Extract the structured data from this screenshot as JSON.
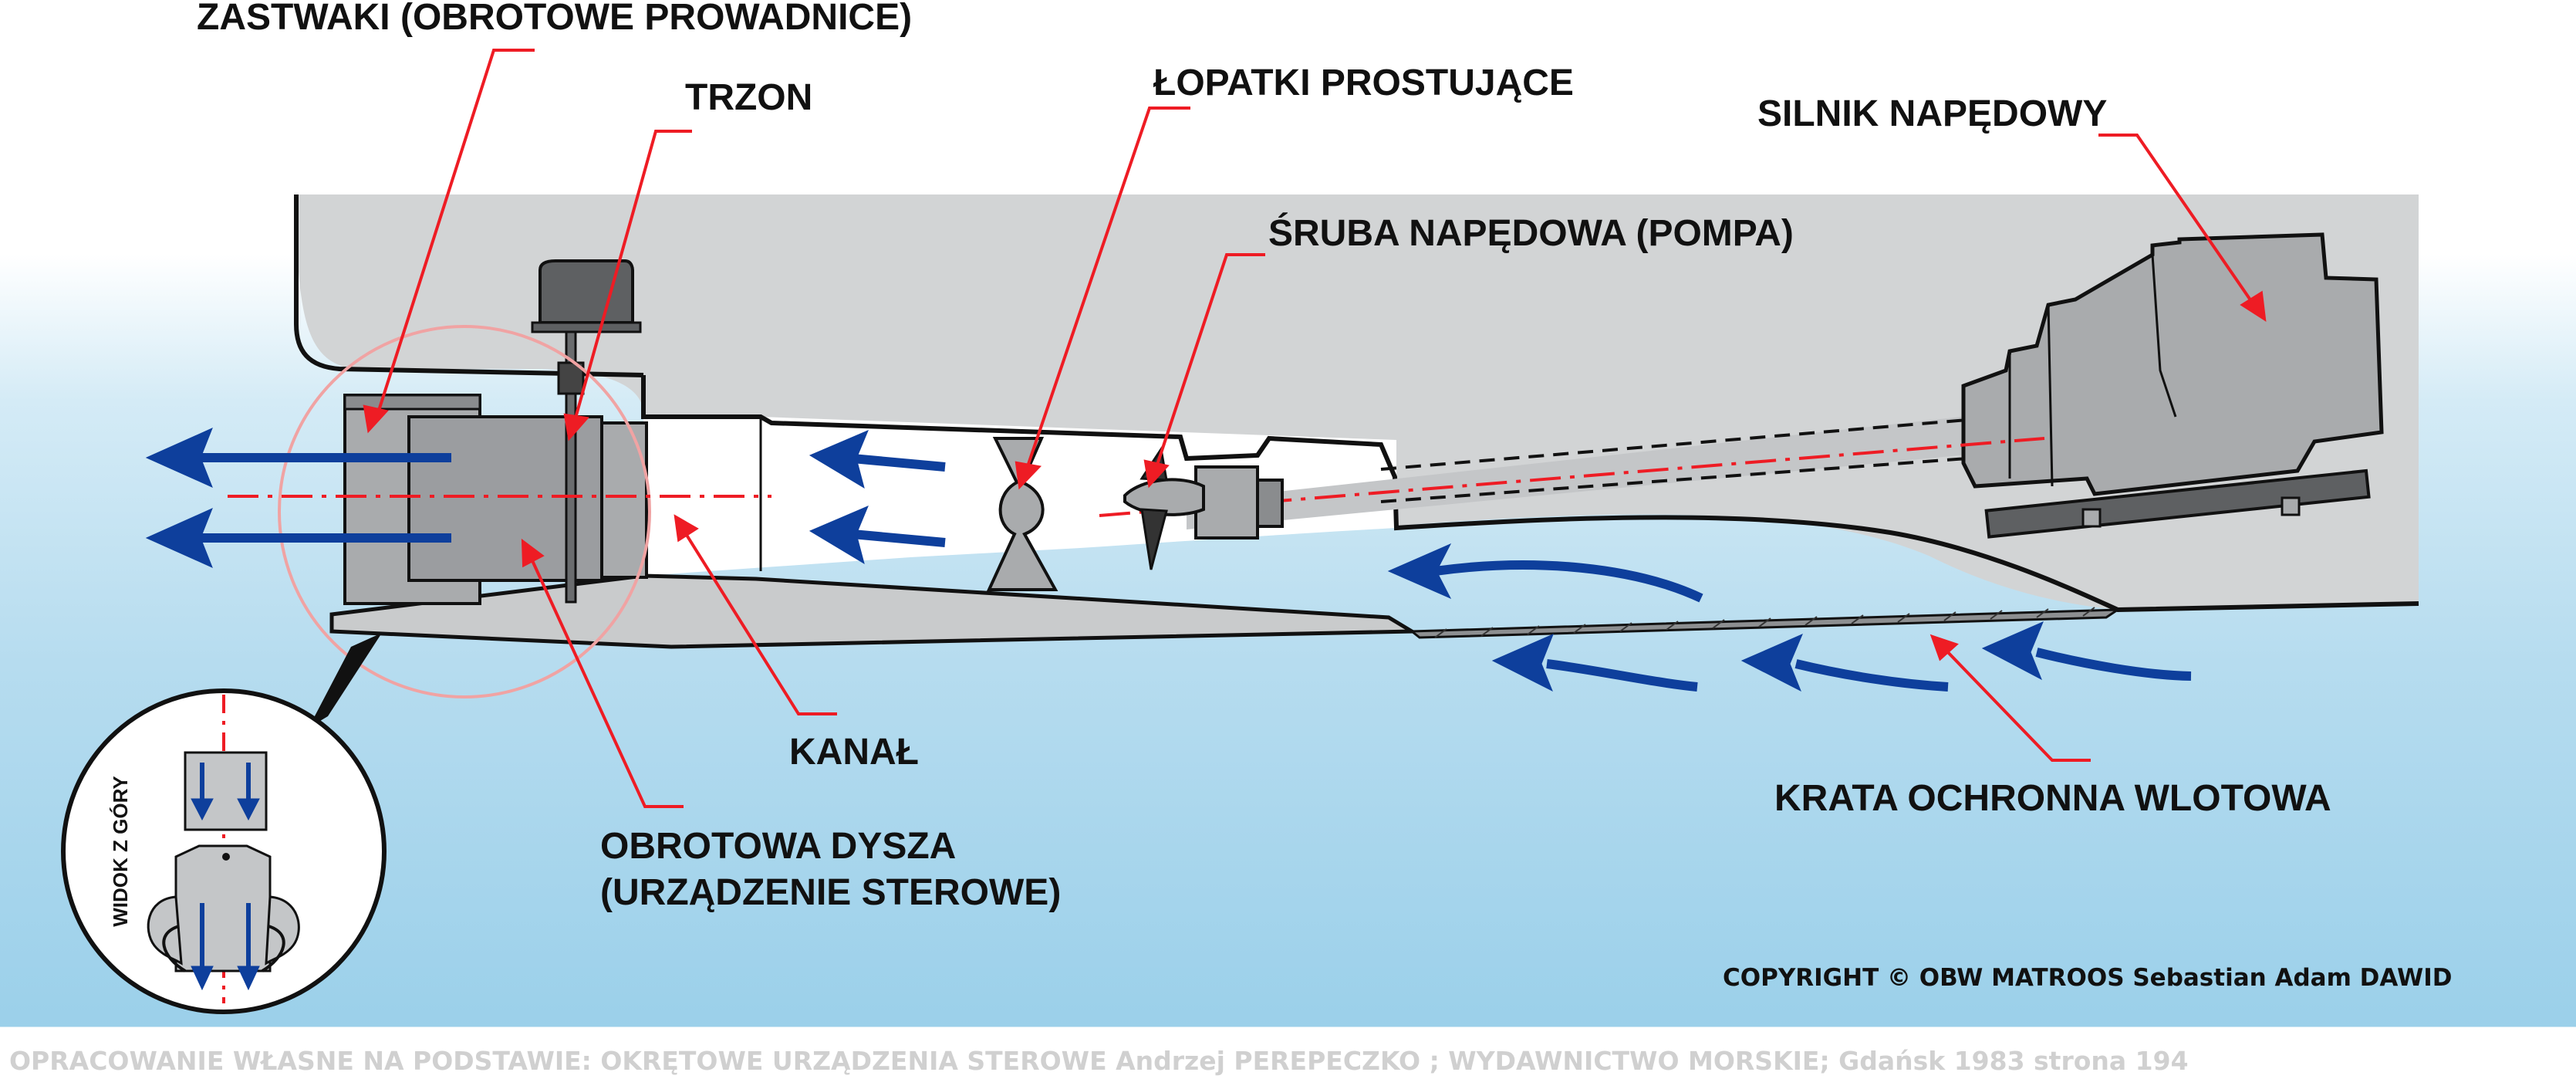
{
  "labels": {
    "zastwaki": "ZASTWAKI (OBROTOWE PROWADNICE)",
    "trzon": "TRZON",
    "lopatki": "ŁOPATKI PROSTUJĄCE",
    "silnik": "SILNIK NAPĘDOWY",
    "sruba": "ŚRUBA NAPĘDOWA (POMPA)",
    "kanal": "KANAŁ",
    "dysza_line1": "OBROTOWA DYSZA",
    "dysza_line2": "(URZĄDZENIE STEROWE)",
    "krata": "KRATA OCHRONNA WLOTOWA",
    "widok": "WIDOK Z GÓRY"
  },
  "copyright": "COPYRIGHT © OBW MATROOS Sebastian Adam DAWID",
  "footer": "OPRACOWANIE WŁASNE NA PODSTAWIE: OKRĘTOWE URZĄDZENIA STEROWE Andrzej PEREPECZKO ; WYDAWNICTWO MORSKIE; Gdańsk 1983 strona 194",
  "colors": {
    "leader": "#ee1c24",
    "flow_arrow": "#0e3f9c",
    "hull": "#d2d4d5",
    "component": "#a9abad",
    "dark_part": "#5e6062",
    "outline": "#111111"
  }
}
